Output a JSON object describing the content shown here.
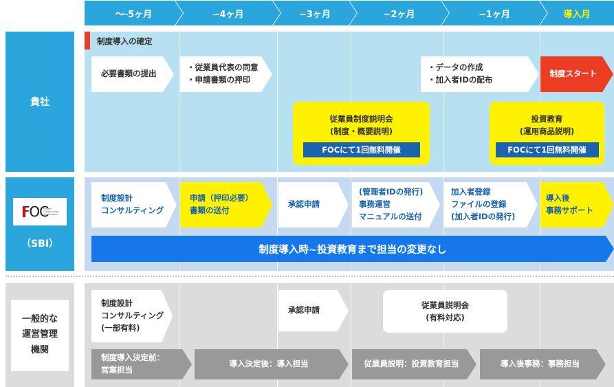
{
  "timeline": [
    {
      "label": "〜-5ヶ月"
    },
    {
      "label": "−4ヶ月"
    },
    {
      "label": "−3ヶ月"
    },
    {
      "label": "−2ヶ月"
    },
    {
      "label": "−1ヶ月"
    },
    {
      "label": "導入月"
    }
  ],
  "rows": {
    "company": {
      "label": "貴社"
    },
    "foc": {
      "logo_text": "FOC",
      "logo_tagline": "Fintech Outsourcing Corporation",
      "sub": "（SBI）"
    },
    "general": {
      "label_lines": [
        "一般的な",
        "運営管理",
        "機関"
      ]
    }
  },
  "company": {
    "decision_tag": "制度導入の確定",
    "step1": "必要書類の提出",
    "step2": [
      "・従業員代表の同意",
      "・申請書類の押印"
    ],
    "step3": [
      "・データの作成",
      "・加入者IDの配布"
    ],
    "step4": "制度スタート",
    "seminar1": {
      "title": "従業員制度説明会",
      "sub": "(制度・概要説明)",
      "badge": "FOCにて1回無料開催"
    },
    "seminar2": {
      "title": "投資教育",
      "sub": "(運用商品説明)",
      "badge": "FOCにて1回無料開催"
    }
  },
  "foc": {
    "steps": [
      [
        "制度設計",
        "コンサルティング"
      ],
      [
        "申請（押印必要）",
        "書類の送付"
      ],
      [
        "承認申請"
      ],
      [
        "(管理者IDの発行)",
        "事務運営",
        "マニュアルの送付"
      ],
      [
        "加入者登録",
        "ファイルの登録",
        "(加入者IDの発行)"
      ],
      [
        "導入後",
        "事務サポート"
      ]
    ],
    "banner": "制度導入時~投資教育まで担当の変更なし"
  },
  "general": {
    "step1": [
      "制度設計",
      "コンサルティング",
      "(一部有料)"
    ],
    "step2": "承認申請",
    "seminar": [
      "従業員説明会",
      "(有料対応)"
    ],
    "phases": [
      [
        "制度導入決定前：",
        "営業担当"
      ],
      [
        "導入決定後：導入担当"
      ],
      [
        "従業員説明：投資教育担当"
      ],
      [
        "導入後事務：事務担当"
      ]
    ]
  },
  "colors": {
    "header_blue": "#2aa6dc",
    "row_blue": "#b7e0f2",
    "foc_row": "#c5d9f1",
    "banner_blue": "#1478ea",
    "accent_yellow": "#fff200",
    "start_red": "#ea3d24",
    "text_navy": "#1763ad",
    "gray_phase": "#999999"
  }
}
